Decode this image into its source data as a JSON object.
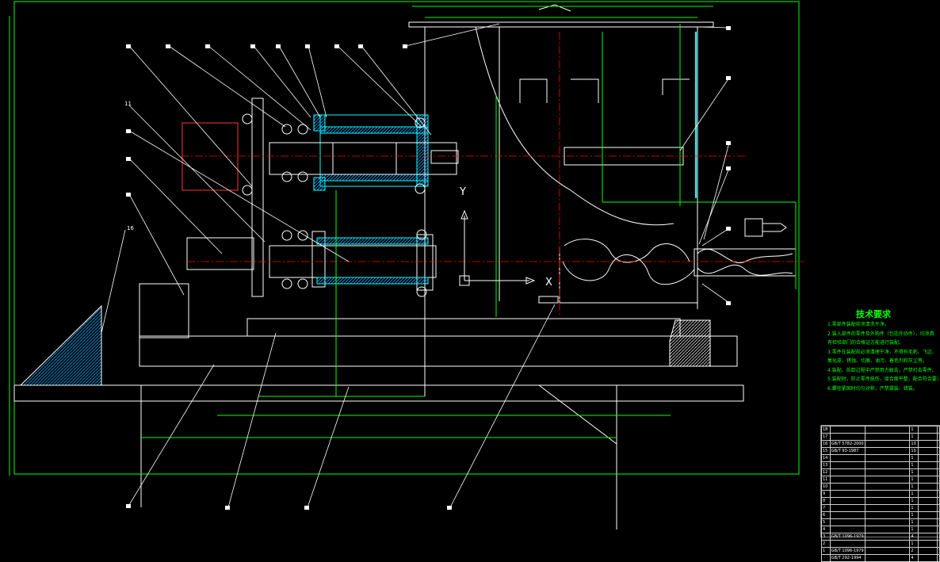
{
  "drawing": {
    "type": "screw feeder assembly drawing",
    "colors": {
      "background": "#000000",
      "outline": "#ffffff",
      "dimension": "#00ff00",
      "centerline": "#ff0000",
      "section": "#00ffff",
      "hatch": "#00aaff"
    }
  },
  "axes": {
    "y_label": "Y",
    "x_label": "X"
  },
  "callouts": {
    "leader_numbers": [
      "11",
      "16"
    ]
  },
  "notes": {
    "title": "技术要求",
    "items": [
      "1.零部件装配前须清洗干净。",
      "2.装入部件的零件及外购件（包括外协件），均须具",
      "有检验部门的合格证方能进行装配。",
      "3.零件在装配前必须清理干净，不得有毛刺、飞边、",
      "氧化皮、锈蚀、切屑、油污、着色剂和灰尘等。",
      "4.装配、拆卸过程中严禁用力敲击，严禁打击零件。",
      "5.装配时，防止零件损伤，接合面平整，配合符合要求。",
      "6.螺栓紧固时均匀对称，严禁漏装、错装。"
    ]
  },
  "bom_rows": [
    [
      "18",
      "",
      "",
      "1",
      "",
      ""
    ],
    [
      "17",
      "",
      "",
      "1",
      "",
      ""
    ],
    [
      "16",
      "GB/T 5782-2000",
      "",
      "10",
      "",
      ""
    ],
    [
      "15",
      "GB/T 93-1987",
      "",
      "10",
      "",
      ""
    ],
    [
      "14",
      "",
      "",
      "1",
      "",
      ""
    ],
    [
      "13",
      "",
      "",
      "1",
      "",
      ""
    ],
    [
      "12",
      "",
      "",
      "1",
      "",
      ""
    ],
    [
      "11",
      "",
      "",
      "1",
      "",
      ""
    ],
    [
      "10",
      "",
      "",
      "1",
      "",
      ""
    ],
    [
      "9",
      "",
      "",
      "1",
      "",
      ""
    ],
    [
      "8",
      "",
      "",
      "1",
      "",
      ""
    ],
    [
      "7",
      "",
      "",
      "1",
      "",
      ""
    ],
    [
      "6",
      "",
      "",
      "1",
      "",
      ""
    ],
    [
      "5",
      "",
      "",
      "1",
      "",
      ""
    ],
    [
      "4",
      "",
      "",
      "1",
      "",
      ""
    ],
    [
      "3",
      "GB/T 1096-1979",
      "",
      "4",
      "",
      ""
    ],
    [
      "2",
      "",
      "",
      "1",
      "",
      ""
    ],
    [
      "1",
      "GB/T 1096-1979",
      "",
      "2",
      "",
      ""
    ],
    [
      "",
      "GB/T 292-1994",
      "",
      "4",
      "",
      ""
    ]
  ]
}
